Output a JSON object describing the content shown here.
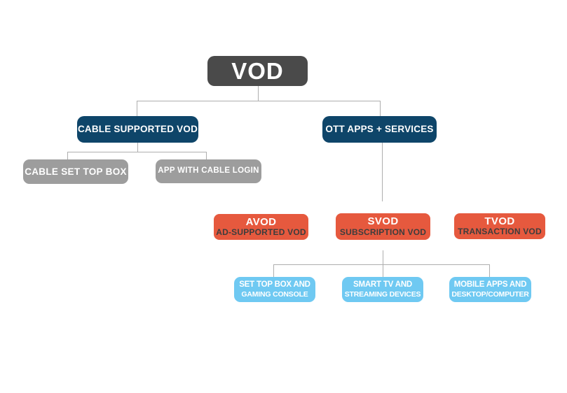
{
  "colors": {
    "root_bg": "#4a4a4a",
    "branch_bg": "#0e4569",
    "gray_bg": "#9d9d9d",
    "orange_bg": "#e6593e",
    "blue_bg": "#6fc9f2",
    "connector": "#aeaeae",
    "text_light": "#ffffff",
    "text_dark": "#3d3d3d"
  },
  "nodes": {
    "root": {
      "label": "VOD"
    },
    "cable": {
      "label": "CABLE SUPPORTED VOD"
    },
    "ott": {
      "label": "OTT APPS + SERVICES"
    },
    "cable_stb": {
      "label": "CABLE SET TOP BOX"
    },
    "cable_app": {
      "label": "APP WITH CABLE LOGIN"
    },
    "avod": {
      "title": "AVOD",
      "subtitle": "AD-SUPPORTED VOD"
    },
    "svod": {
      "title": "SVOD",
      "subtitle": "SUBSCRIPTION VOD"
    },
    "tvod": {
      "title": "TVOD",
      "subtitle": "TRANSACTION VOD"
    },
    "device_console": {
      "line1": "SET TOP BOX AND",
      "line2": "GAMING CONSOLE"
    },
    "device_tv": {
      "line1": "SMART TV AND",
      "line2": "STREAMING DEVICES"
    },
    "device_mobile": {
      "line1": "MOBILE APPS AND",
      "line2": "DESKTOP/COMPUTER"
    }
  }
}
